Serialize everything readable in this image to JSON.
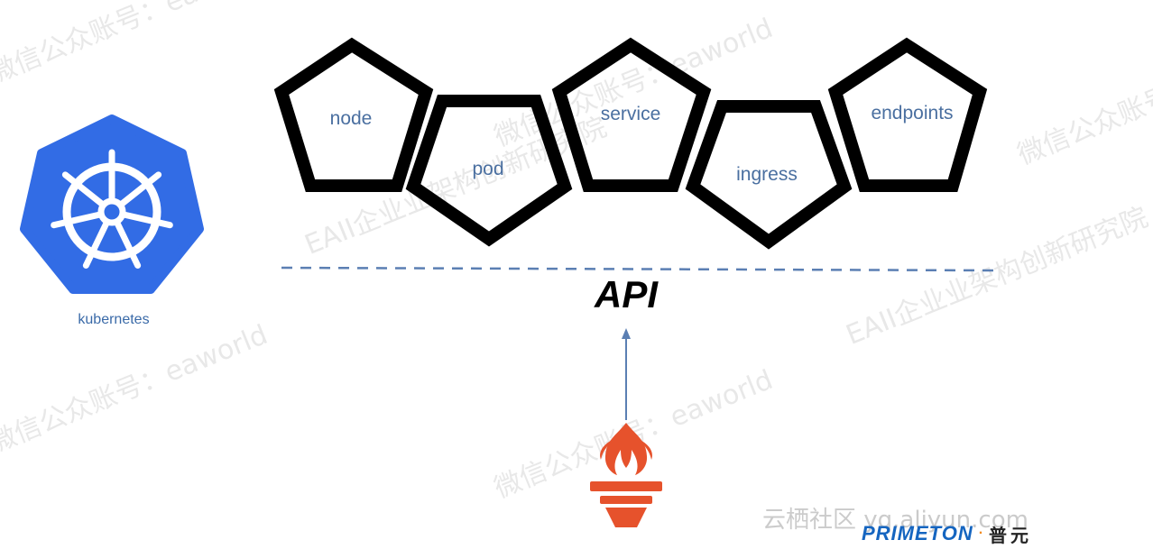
{
  "nodes": [
    {
      "label": "node"
    },
    {
      "label": "pod"
    },
    {
      "label": "service"
    },
    {
      "label": "ingress"
    },
    {
      "label": "endpoints"
    }
  ],
  "api_label": "API",
  "logo": {
    "label": "kubernetes",
    "color": "#326ce5"
  },
  "prometheus_color": "#e6522c",
  "divider_color": "#5b7fb3",
  "arrow_color": "#5b7fb3",
  "watermark_lines": [
    "微信公众账号：eaworld",
    "EAII企业业架构创新研究院"
  ],
  "site_watermark": "云栖社区 yq.aliyun.com",
  "footer": {
    "brand": "PRIMETON",
    "dot": "·",
    "cn": "普元"
  }
}
